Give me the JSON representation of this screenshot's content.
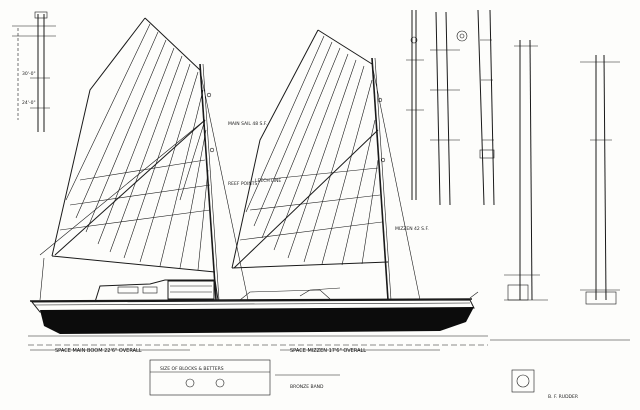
{
  "drawing": {
    "dimension_labels": {
      "main_boom": "SPACE MAIN BOOM  22'6\" OVERALL",
      "mizzen_boom": "SPACE MIZZEN  17'6\" OVERALL",
      "gaff_scale": "SIZE OF BLOCKS & BETTERS",
      "detail_note": "BRONZE BAND",
      "signature": "B. F. RUDDER"
    },
    "sail_notes": {
      "main": "MAIN SAIL 48 S.F.",
      "mizzen": "MIZZEN 42 S.F.",
      "jib_leech": "LEECH LINE",
      "reef": "REEF POINTS"
    },
    "colors": {
      "ink": "#1a1a1a",
      "paper": "#fdfdfb",
      "hull": "#0c0c0c"
    }
  }
}
